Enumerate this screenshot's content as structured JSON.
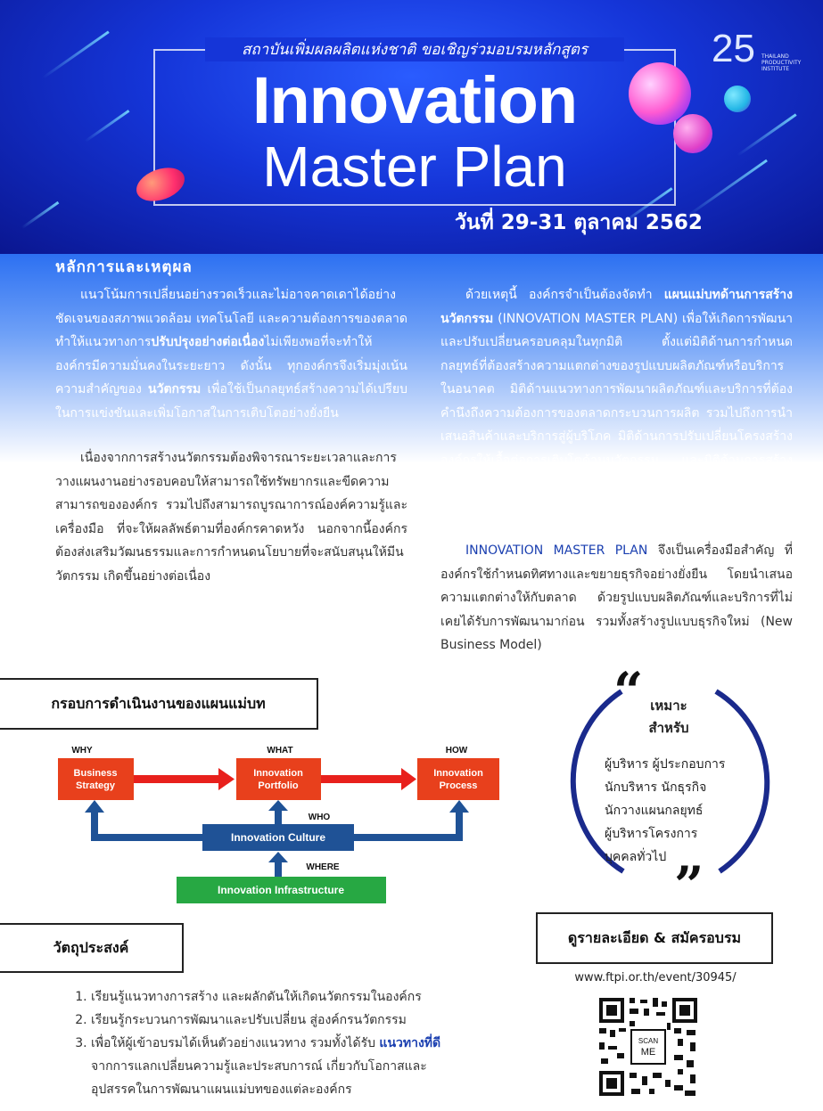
{
  "header": {
    "subtitle": "สถาบันเพิ่มผลผลิตแห่งชาติ ขอเชิญร่วมอบรมหลักสูตร",
    "title_line1": "Innovation",
    "title_line2": "Master Plan",
    "date": "วันที่ 29-31 ตุลาคม 2562",
    "logo_number": "25",
    "logo_text": "THAILAND PRODUCTIVITY INSTITUTE"
  },
  "rationale": {
    "heading": "หลักการและเหตุผล",
    "left_p1_a": "แนวโน้มการเปลี่ยนอย่างรวดเร็วและไม่อาจคาดเดาได้อย่างชัดเจนของสภาพแวดล้อม เทคโนโลยี และความต้องการของตลาด ทำให้แนวทางการ",
    "left_p1_b": "ปรับปรุงอย่างต่อเนื่อง",
    "left_p1_c": "ไม่เพียงพอที่จะทำให้องค์กรมีความมั่นคงในระยะยาว ดังนั้น ทุกองค์กรจึงเริ่มมุ่งเน้นความสำคัญของ ",
    "left_p1_d": "นวัตกรรม",
    "left_p1_e": " เพื่อใช้เป็นกลยุทธ์สร้างความได้เปรียบในการแข่งขันและเพิ่มโอกาสในการเติบโตอย่างยั่งยืน",
    "left_p2": "เนื่องจากการสร้างนวัตกรรมต้องพิจารณาระยะเวลาและการวางแผนงานอย่างรอบคอบให้สามารถใช้ทรัพยากรและขีดความสามารถขององค์กร รวมไปถึงสามารถบูรณาการณ์องค์ความรู้และเครื่องมือ ที่จะให้ผลลัพธ์ตามที่องค์กรคาดหวัง นอกจากนี้องค์กรต้องส่งเสริมวัฒนธรรมและการกำหนดนโยบายที่จะสนับสนุนให้มีนวัตกรรม เกิดขึ้นอย่างต่อเนื่อง",
    "right_p1_a": "ด้วยเหตุนี้ องค์กรจำเป็นต้องจัดทำ ",
    "right_p1_b": "แผนแม่บทด้านการสร้างนวัตกรรม",
    "right_p1_c": " (INNOVATION MASTER PLAN) เพื่อให้เกิดการพัฒนาและปรับเปลี่ยนครอบคลุมในทุกมิติ ตั้งแต่มิติด้านการกำหนดกลยุทธ์ที่ต้องสร้างความแตกต่างของรูปแบบผลิตภัณฑ์หรือบริการในอนาคต มิติด้านแนวทางการพัฒนาผลิตภัณฑ์และบริการที่ต้องคำนึงถึงความต้องการของตลาดกระบวนการผลิต รวมไปถึงการนำเสนอสินค้าและบริการสู่ผู้บริโภค มิติด้านการปรับเปลี่ยนโครงสร้างองค์กรให้เอื้อต่อการเติบโตด้านนวัตกรรม และมิติด้านการสร้างวัฒนธรรมเปิดรับมุมมองที่หลากหลายโดยทุกมิติต้องมีการเชื่อมโยงและสนับสนุนกันอย่างเป็นระบบ",
    "right_p2_a": "INNOVATION MASTER PLAN",
    "right_p2_b": " จึงเป็นเครื่องมือสำคัญ ที่องค์กรใช้กำหนดทิศทางและขยายธุรกิจอย่างยั่งยืน โดยนำเสนอความแตกต่างให้กับตลาด ด้วยรูปแบบผลิตภัณฑ์และบริการที่ไม่เคยได้รับการพัฒนามาก่อน รวมทั้งสร้างรูปแบบธุรกิจใหม่ (New Business Model)"
  },
  "framework": {
    "heading": "กรอบการดำเนินงานของแผนแม่บท",
    "why": "WHY",
    "what": "WHAT",
    "how": "HOW",
    "who": "WHO",
    "where": "WHERE",
    "box1_line1": "Business",
    "box1_line2": "Strategy",
    "box2_line1": "Innovation",
    "box2_line2": "Portfolio",
    "box3_line1": "Innovation",
    "box3_line2": "Process",
    "culture": "Innovation Culture",
    "infra": "Innovation Infrastructure",
    "colors": {
      "red": "#e8401c",
      "blue": "#1f5296",
      "green": "#27a843"
    }
  },
  "objectives": {
    "heading": "วัตถุประสงค์",
    "item1": "เรียนรู้แนวทางการสร้าง และผลักดันให้เกิดนวัตกรรมในองค์กร",
    "item2": "เรียนรู้กระบวนการพัฒนาและปรับเปลี่ยน สู่องค์กรนวัตกรรม",
    "item3_a": "เพื่อให้ผู้เข้าอบรมได้เห็นตัวอย่างแนวทาง รวมทั้งได้รับ ",
    "item3_b": "แนวทางที่ดี",
    "item3_c": " จากการแลกเปลี่ยนความรู้และประสบการณ์ เกี่ยวกับโอกาสและอุปสรรคในการพัฒนาแผนแม่บทของแต่ละองค์กร"
  },
  "suitable": {
    "open_quote": "“",
    "close_quote": "”",
    "heading_line1": "เหมาะ",
    "heading_line2": "สำหรับ",
    "items": [
      "ผู้บริหาร ผู้ประกอบการ",
      "นักบริหาร นักธุรกิจ",
      "นักวางแผนกลยุทธ์",
      "ผู้บริหารโครงการ",
      "บุคคลทั่วไป"
    ]
  },
  "register": {
    "heading": "ดูรายละเอียด & สมัครอบรม",
    "url": "www.ftpi.or.th/event/30945/",
    "qr_label_1": "SCAN",
    "qr_label_2": "ME"
  }
}
